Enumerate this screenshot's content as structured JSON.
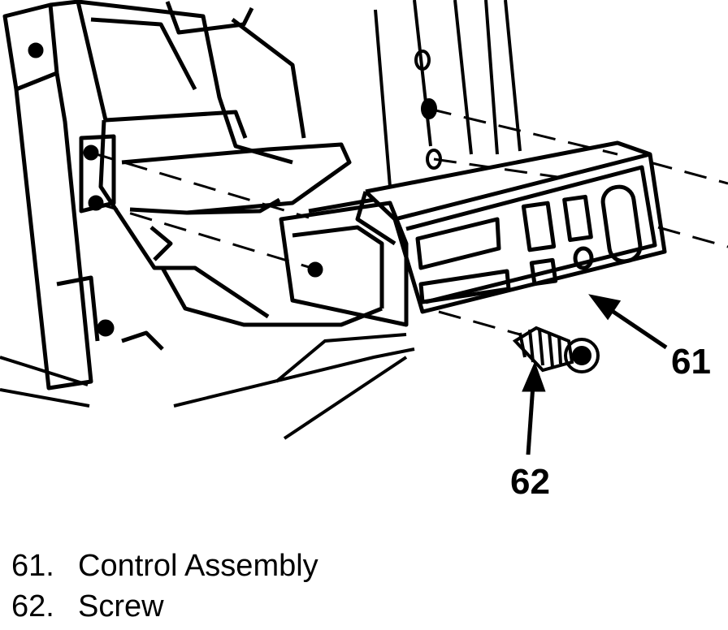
{
  "callouts": [
    {
      "id": "61",
      "text": "61"
    },
    {
      "id": "62",
      "text": "62"
    }
  ],
  "legend": [
    {
      "number": "61.",
      "label": "Control Assembly"
    },
    {
      "number": "62.",
      "label": "Screw"
    }
  ]
}
